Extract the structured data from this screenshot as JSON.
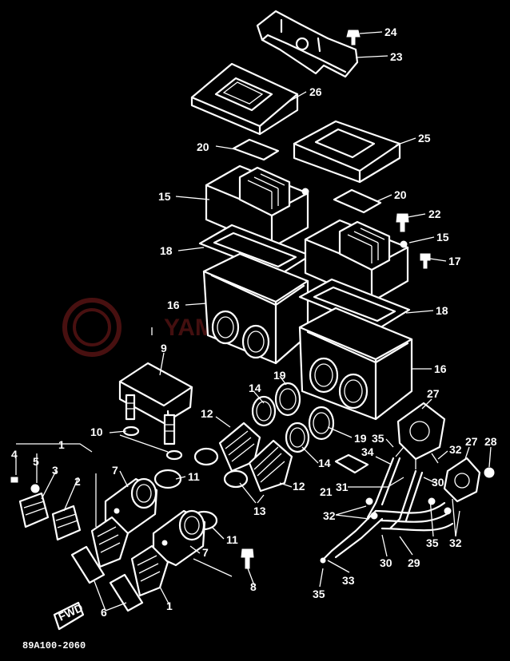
{
  "diagram_code": "89A100-2060",
  "fwd_label": "FWD",
  "watermark_text": "YAMAHA",
  "parts": {
    "p1a": "1",
    "p1b": "1",
    "p2": "2",
    "p3": "3",
    "p4": "4",
    "p5": "5",
    "p6": "6",
    "p7a": "7",
    "p7b": "7",
    "p8": "8",
    "p9": "9",
    "p10": "10",
    "p11a": "11",
    "p11b": "11",
    "p12a": "12",
    "p12b": "12",
    "p13": "13",
    "p14a": "14",
    "p14b": "14",
    "p15a": "15",
    "p15b": "15",
    "p16a": "16",
    "p16b": "16",
    "p17": "17",
    "p18a": "18",
    "p18b": "18",
    "p19a": "19",
    "p19b": "19",
    "p20a": "20",
    "p20b": "20",
    "p21": "21",
    "p22": "22",
    "p23": "23",
    "p24": "24",
    "p25": "25",
    "p26": "26",
    "p27a": "27",
    "p27b": "27",
    "p28": "28",
    "p29": "29",
    "p30a": "30",
    "p30b": "30",
    "p31": "31",
    "p32a": "32",
    "p32b": "32",
    "p32c": "32",
    "p33": "33",
    "p34": "34",
    "p35a": "35",
    "p35b": "35",
    "p35c": "35"
  },
  "colors": {
    "background": "#000000",
    "line": "#ffffff",
    "watermark": "#5a1414"
  }
}
